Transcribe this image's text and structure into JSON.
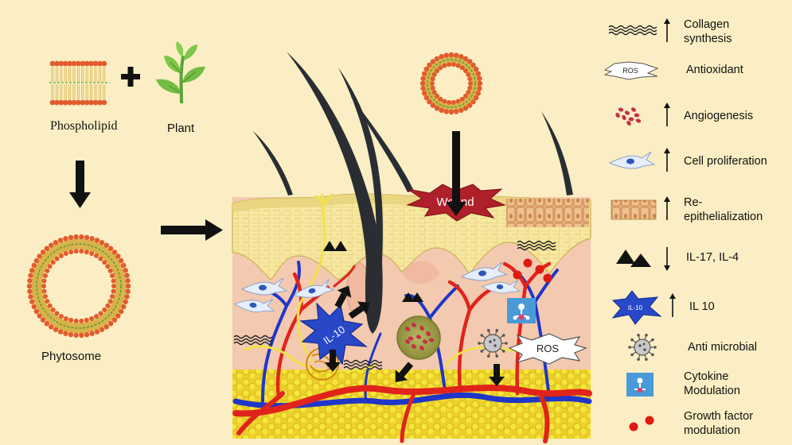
{
  "left_panel": {
    "phospholipid_label": "Phospholipid",
    "plant_label": "Plant",
    "phytosome_label": "Phytosome"
  },
  "skin": {
    "wound_label": "Wound",
    "il10_label": "IL-10",
    "ros_label": "ROS"
  },
  "legend": {
    "items": [
      {
        "icon": "collagen-fiber-icon",
        "arrow": "up",
        "label_lines": [
          "Collagen",
          "synthesis"
        ]
      },
      {
        "icon": "ros-star-icon",
        "icon_text": "ROS",
        "arrow": "none",
        "label_lines": [
          "Antioxidant"
        ]
      },
      {
        "icon": "red-blood-cells-icon",
        "arrow": "up",
        "label_lines": [
          "Angiogenesis"
        ]
      },
      {
        "icon": "fibroblast-cell-icon",
        "arrow": "up",
        "label_lines": [
          "Cell proliferation"
        ]
      },
      {
        "icon": "epithelium-tissue-icon",
        "arrow": "up",
        "label_lines": [
          "Re-",
          "epithelialization"
        ]
      },
      {
        "icon": "triangles-icon",
        "arrow": "down",
        "label_lines": [
          "IL-17, IL-4"
        ]
      },
      {
        "icon": "il10-star-icon",
        "icon_text": "IL-10",
        "arrow": "up",
        "label_lines": [
          "IL 10"
        ]
      },
      {
        "icon": "virus-icon",
        "arrow": "none",
        "label_lines": [
          "Anti microbial"
        ]
      },
      {
        "icon": "cytokine-icon",
        "arrow": "none",
        "label_lines": [
          "Cytokine",
          "Modulation"
        ]
      },
      {
        "icon": "red-dots-icon",
        "arrow": "none",
        "label_lines": [
          "Growth factor",
          "modulation"
        ]
      }
    ]
  },
  "colors": {
    "background": "#fbeec4",
    "epidermis": "#f6e39a",
    "dermis": "#f3c9b0",
    "hypodermis": "#f2df2a",
    "vessel_red": "#e0241b",
    "vessel_blue": "#1f36c8",
    "hair": "#2a2e33",
    "wound": "#b0202a"
  }
}
